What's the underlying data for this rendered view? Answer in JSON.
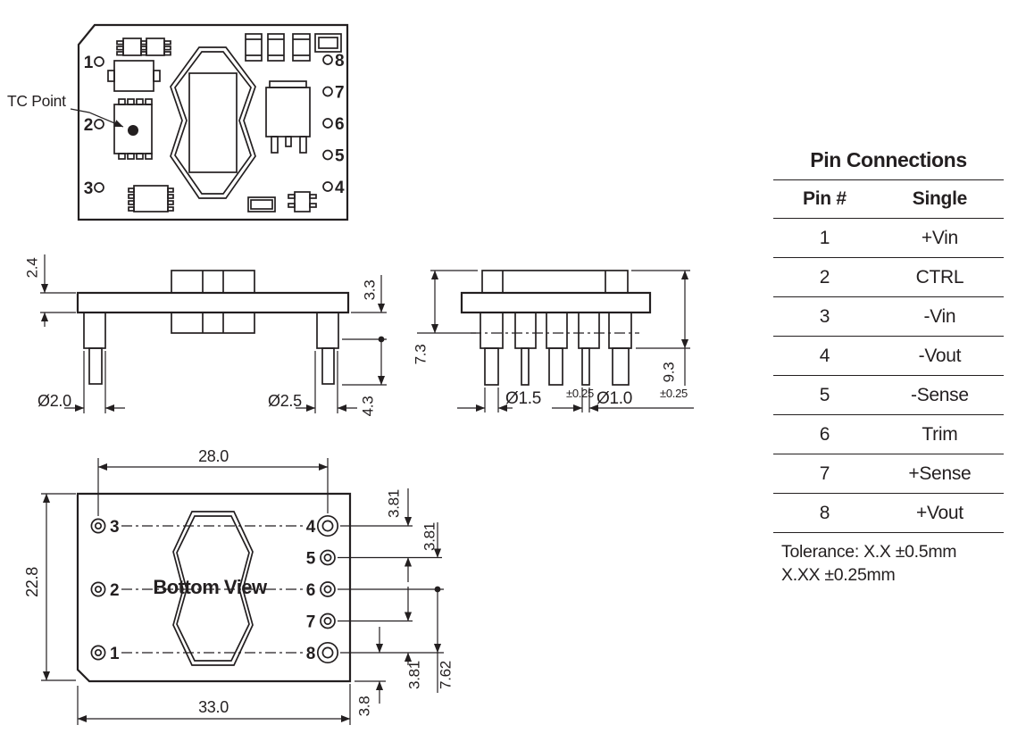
{
  "drawing": {
    "tc_point_label": "TC Point",
    "top_view": {
      "left_pin_labels": [
        "1",
        "2",
        "3"
      ],
      "right_pin_labels": [
        "8",
        "7",
        "6",
        "5",
        "4"
      ]
    },
    "side_view": {
      "dim_board_thickness": "2.4",
      "dim_standoff_height": "3.3",
      "dim_pin_length": "4.3",
      "dim_pin_dia_left": "Ø2.0",
      "dim_pin_dia_right": "Ø2.5"
    },
    "front_view": {
      "dim_height_above_board": "7.3",
      "dim_total_height": "9.3",
      "dim_pin_dia_large": "Ø1.5",
      "dim_pin_dia_large_tol": "±0.25",
      "dim_pin_dia_small": "Ø1.0",
      "dim_pin_dia_small_tol": "±0.25"
    },
    "bottom_view": {
      "label": "Bottom View",
      "left_pin_labels": [
        "3",
        "2",
        "1"
      ],
      "right_pin_labels": [
        "4",
        "5",
        "6",
        "7",
        "8"
      ],
      "dim_pin_span": "28.0",
      "dim_body_height": "22.8",
      "dim_body_width": "33.0",
      "dim_pitch_a": "3.81",
      "dim_pitch_b": "3.81",
      "dim_pitch_c": "3.81",
      "dim_pitch_total": "7.62",
      "dim_edge_offset": "3.8"
    }
  },
  "pin_table": {
    "title": "Pin Connections",
    "col_pin": "Pin #",
    "col_single": "Single",
    "rows": [
      {
        "pin": "1",
        "single": "+Vin"
      },
      {
        "pin": "2",
        "single": "CTRL"
      },
      {
        "pin": "3",
        "single": "-Vin"
      },
      {
        "pin": "4",
        "single": "-Vout"
      },
      {
        "pin": "5",
        "single": "-Sense"
      },
      {
        "pin": "6",
        "single": "Trim"
      },
      {
        "pin": "7",
        "single": "+Sense"
      },
      {
        "pin": "8",
        "single": "+Vout"
      }
    ],
    "tolerance_line1": "Tolerance: X.X ±0.5mm",
    "tolerance_line2": "X.XX ±0.25mm"
  }
}
